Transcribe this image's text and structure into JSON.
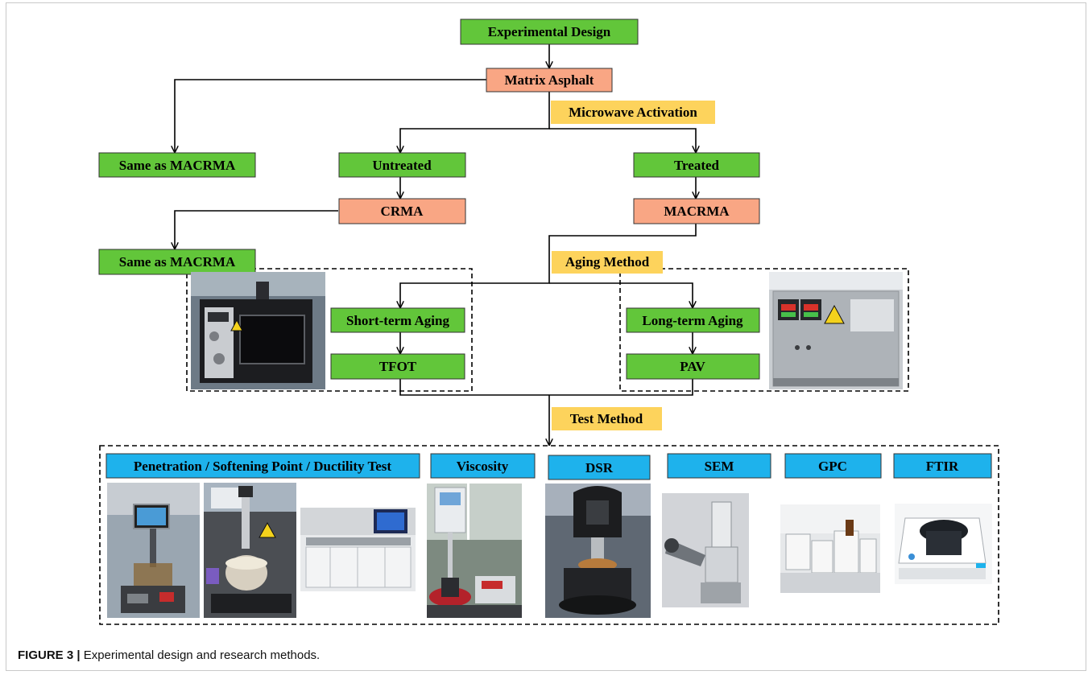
{
  "colors": {
    "green": "#62c63a",
    "salmon": "#f9a684",
    "yellow": "#fdd35c",
    "blue": "#1eb2ec",
    "photo_steel": "#b8bcc0",
    "photo_dark": "#2a2b2d"
  },
  "nodes": {
    "experimental_design": "Experimental Design",
    "matrix_asphalt": "Matrix Asphalt",
    "microwave_activation": "Microwave Activation",
    "same_as_1": "Same as MACRMA",
    "untreated": "Untreated",
    "treated": "Treated",
    "crma": "CRMA",
    "macrma": "MACRMA",
    "same_as_2": "Same as MACRMA",
    "aging_method": "Aging Method",
    "short_term": "Short-term Aging",
    "tfot": "TFOT",
    "long_term": "Long-term Aging",
    "pav": "PAV",
    "test_method": "Test Method"
  },
  "tests": [
    "Penetration / Softening Point / Ductility Test",
    "Viscosity",
    "DSR",
    "SEM",
    "GPC",
    "FTIR"
  ],
  "photos": {
    "tfot_oven": "thin-film-oven-photo",
    "pav_vessel": "pav-vessel-photo",
    "penetrometer": "penetrometer-photo",
    "softening_point": "softening-point-apparatus-photo",
    "ductilometer": "ductilometer-photo",
    "viscometer": "viscometer-photo",
    "rheometer": "rheometer-photo",
    "microscope": "electron-microscope-photo",
    "gpc_instrument": "gpc-instrument-photo",
    "ftir_instrument": "ftir-spectrometer-photo"
  },
  "caption": {
    "label": "FIGURE 3 |",
    "text": " Experimental design and research methods."
  }
}
